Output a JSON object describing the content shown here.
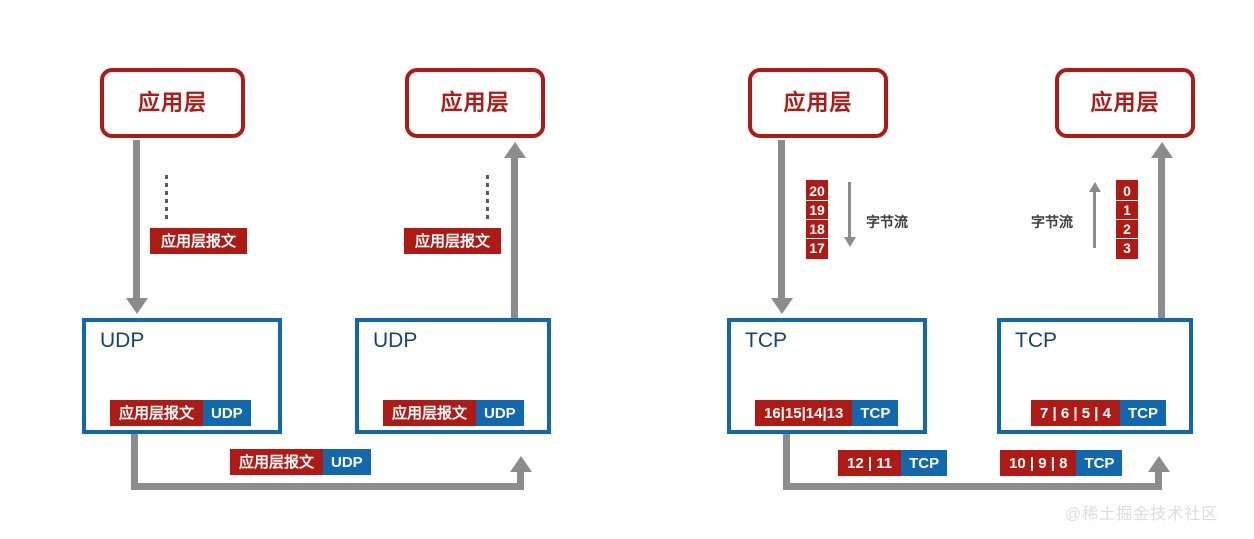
{
  "diagram": {
    "title": "UDP vs TCP data transfer encapsulation",
    "colors": {
      "red": "#b01a14",
      "blue": "#1168ac",
      "grey": "#8c8c8c",
      "title_blue": "#14456e",
      "watermark": "#dcdcdc"
    },
    "watermark": "@稀土掘金技术社区"
  },
  "udp_side": {
    "sender": {
      "app_layer_label": "应用层",
      "transport_title": "UDP",
      "app_message_label": "应用层报文",
      "datagram": {
        "payload": "应用层报文",
        "header": "UDP"
      }
    },
    "receiver": {
      "app_layer_label": "应用层",
      "transport_title": "UDP",
      "app_message_label": "应用层报文",
      "datagram": {
        "payload": "应用层报文",
        "header": "UDP"
      }
    },
    "wire": {
      "datagram": {
        "payload": "应用层报文",
        "header": "UDP"
      }
    }
  },
  "tcp_side": {
    "sender": {
      "app_layer_label": "应用层",
      "transport_title": "TCP",
      "stream_label": "字节流",
      "stream_bytes": [
        "20",
        "19",
        "18",
        "17"
      ],
      "segment": {
        "payload": "16|15|14|13",
        "header": "TCP"
      }
    },
    "receiver": {
      "app_layer_label": "应用层",
      "transport_title": "TCP",
      "stream_label": "字节流",
      "stream_bytes": [
        "0",
        "1",
        "2",
        "3"
      ],
      "segment": {
        "payload": "7 | 6 | 5 | 4",
        "header": "TCP"
      }
    },
    "wire": {
      "segments": [
        {
          "payload": "12 | 11",
          "header": "TCP"
        },
        {
          "payload": "10 | 9 | 8",
          "header": "TCP"
        }
      ]
    }
  }
}
